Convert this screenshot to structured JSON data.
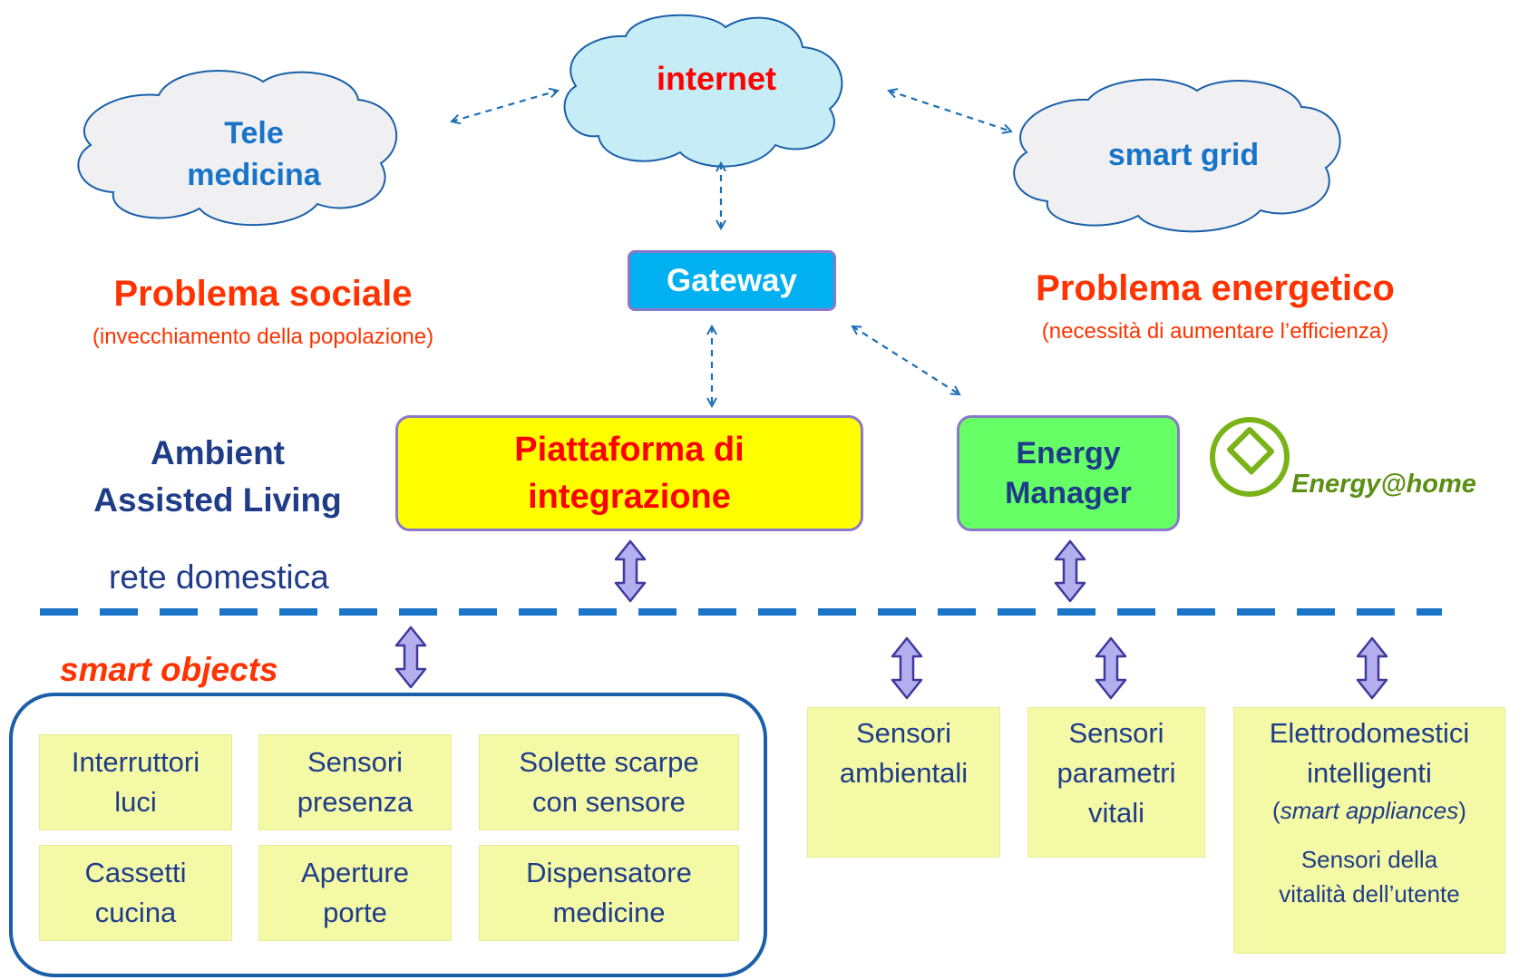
{
  "clouds": {
    "internet": "internet",
    "telemedicina_line1": "Tele",
    "telemedicina_line2": "medicina",
    "smart_grid": "smart grid"
  },
  "gateway": "Gateway",
  "problema_sociale": {
    "title": "Problema sociale",
    "subtitle": "(invecchiamento della popolazione)"
  },
  "problema_energetico": {
    "title": "Problema energetico",
    "subtitle": "(necessità di aumentare l’efficienza)"
  },
  "ambient": {
    "line1": "Ambient",
    "line2": "Assisted Living"
  },
  "piattaforma": {
    "line1": "Piattaforma di",
    "line2": "integrazione"
  },
  "energy_manager": {
    "line1": "Energy",
    "line2": "Manager"
  },
  "energy_home_logo": "Energy@home",
  "rete_domestica": "rete domestica",
  "smart_objects": {
    "label": "smart objects",
    "items": [
      {
        "line1": "Interruttori",
        "line2": "luci"
      },
      {
        "line1": "Sensori",
        "line2": "presenza"
      },
      {
        "line1": "Solette scarpe",
        "line2": "con sensore"
      },
      {
        "line1": "Cassetti",
        "line2": "cucina"
      },
      {
        "line1": "Aperture",
        "line2": "porte"
      },
      {
        "line1": "Dispensatore",
        "line2": "medicine"
      }
    ]
  },
  "sensori_ambientali": {
    "line1": "Sensori",
    "line2": "ambientali"
  },
  "sensori_vitali": {
    "line1": "Sensori",
    "line2": "parametri",
    "line3": "vitali"
  },
  "elettrodomestici": {
    "line1": "Elettrodomestici",
    "line2": "intelligenti",
    "paren_open": "(",
    "italic": "smart appliances",
    "paren_close": ")",
    "extra1": "Sensori della",
    "extra2": "vitalità dell’utente"
  },
  "colors": {
    "cloud_blue": "#c6ecf5",
    "cloud_gray": "#f0f0f2",
    "text_blue": "#1874c8",
    "red": "#ff3300",
    "navy": "#1f3c88",
    "gateway_fill": "#00b0f0",
    "platform_fill": "#ffff00",
    "manager_fill": "#66ff66",
    "object_fill": "#f4f9a6",
    "arrow_fill": "#b4b0f0",
    "dash_blue": "#1a74c8",
    "logo_green": "#7ab317"
  }
}
